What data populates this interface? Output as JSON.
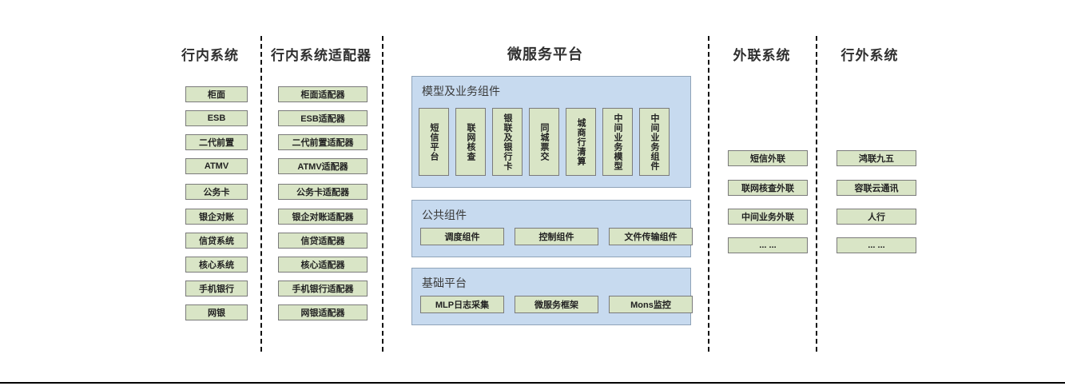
{
  "diagram": {
    "columns": [
      {
        "id": "internal-systems",
        "title": "行内系统",
        "items": [
          {
            "label": "柜面"
          },
          {
            "label": "ESB"
          },
          {
            "label": "二代前置"
          },
          {
            "label": "ATMV"
          },
          {
            "label": "公务卡"
          },
          {
            "label": "银企对账"
          },
          {
            "label": "信贷系统"
          },
          {
            "label": "核心系统"
          },
          {
            "label": "手机银行"
          },
          {
            "label": "网银"
          }
        ]
      },
      {
        "id": "internal-adapters",
        "title": "行内系统适配器",
        "items": [
          {
            "label": "柜面适配器"
          },
          {
            "label": "ESB适配器"
          },
          {
            "label": "二代前置适配器"
          },
          {
            "label": "ATMV适配器"
          },
          {
            "label": "公务卡适配器"
          },
          {
            "label": "银企对账适配器"
          },
          {
            "label": "信贷适配器"
          },
          {
            "label": "核心适配器"
          },
          {
            "label": "手机银行适配器"
          },
          {
            "label": "网银适配器"
          }
        ]
      },
      {
        "id": "external-link-systems",
        "title": "外联系统",
        "items": [
          {
            "label": "短信外联"
          },
          {
            "label": "联网核查外联"
          },
          {
            "label": "中间业务外联"
          },
          {
            "label": "... ..."
          }
        ]
      },
      {
        "id": "outside-bank-systems",
        "title": "行外系统",
        "items": [
          {
            "label": "鸿联九五"
          },
          {
            "label": "容联云通讯"
          },
          {
            "label": "人行"
          },
          {
            "label": "... ..."
          }
        ]
      }
    ],
    "platform": {
      "title": "微服务平台",
      "panels": [
        {
          "id": "model-business-components",
          "title": "模型及业务组件",
          "orientation": "vertical",
          "items": [
            {
              "label": "短信平台"
            },
            {
              "label": "联网核查"
            },
            {
              "label": "银联及银行卡"
            },
            {
              "label": "同城票交"
            },
            {
              "label": "城商行清算"
            },
            {
              "label": "中间业务模型"
            },
            {
              "label": "中间业务组件"
            }
          ]
        },
        {
          "id": "public-components",
          "title": "公共组件",
          "orientation": "horizontal",
          "items": [
            {
              "label": "调度组件"
            },
            {
              "label": "控制组件"
            },
            {
              "label": "文件传输组件"
            }
          ]
        },
        {
          "id": "base-platform",
          "title": "基础平台",
          "orientation": "horizontal",
          "items": [
            {
              "label": "MLP日志采集"
            },
            {
              "label": "微服务框架"
            },
            {
              "label": "Mons监控"
            }
          ]
        }
      ]
    },
    "colors": {
      "box_fill": "#d9e5c6",
      "box_border": "#7a7a7a",
      "panel_fill": "#c7daef",
      "panel_border": "#8fa3b8",
      "text": "#2b2b2b",
      "divider": "#111111"
    }
  }
}
